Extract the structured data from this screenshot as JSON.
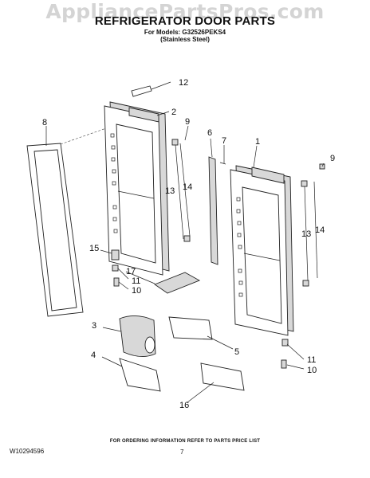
{
  "watermark": "AppliancePartsPros.com",
  "header": {
    "title": "REFRIGERATOR DOOR PARTS",
    "models": "For Models: G32526PEKS4",
    "finish": "(Stainless Steel)"
  },
  "callouts": {
    "c1": "1",
    "c2": "2",
    "c3": "3",
    "c4": "4",
    "c5": "5",
    "c6": "6",
    "c7": "7",
    "c8": "8",
    "c9": "9",
    "c10": "10",
    "c11": "11",
    "c12": "12",
    "c13": "13",
    "c14": "14",
    "c15": "15",
    "c16": "16",
    "c17": "17"
  },
  "footer": {
    "note": "FOR ORDERING INFORMATION REFER TO PARTS PRICE LIST",
    "doc_number": "W10294596",
    "page": "7"
  }
}
